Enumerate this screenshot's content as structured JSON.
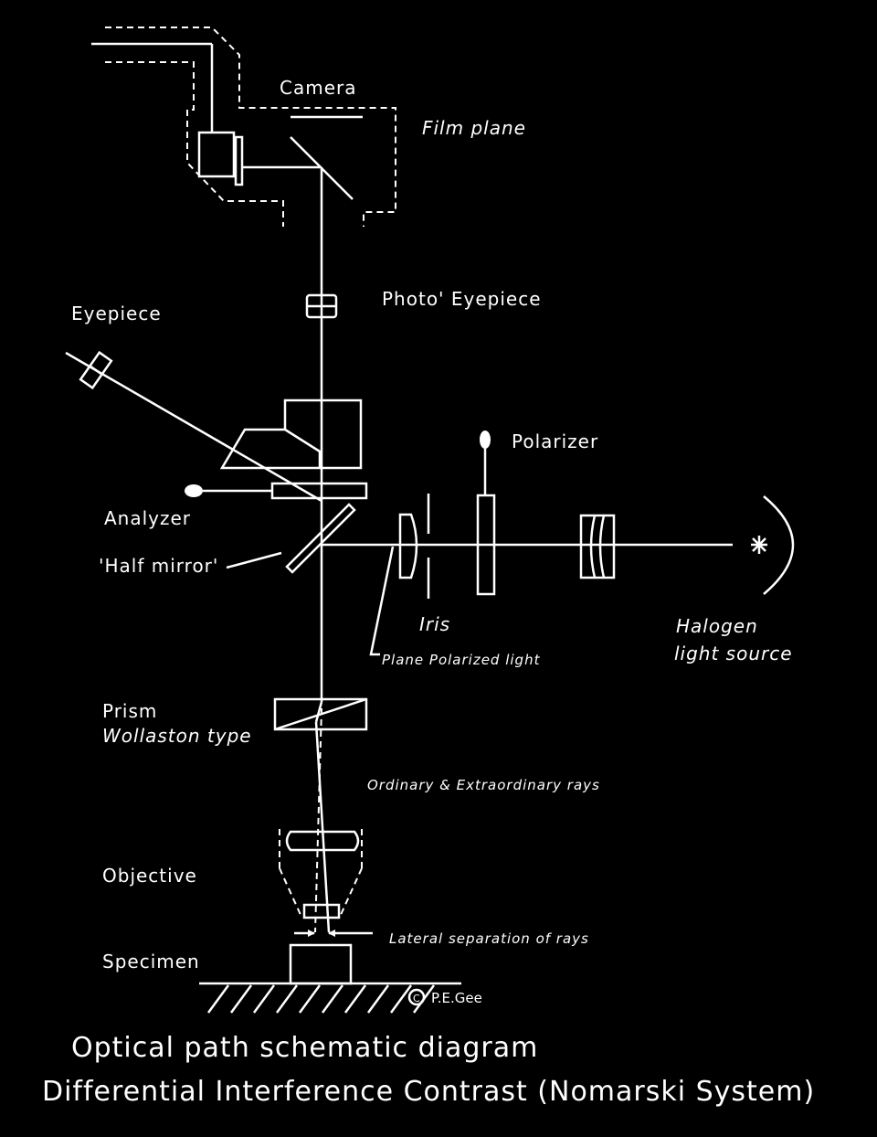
{
  "labels": {
    "camera": "Camera",
    "film_plane": "Film plane",
    "photo_eyepiece": "Photo' Eyepiece",
    "eyepiece": "Eyepiece",
    "polarizer": "Polarizer",
    "analyzer": "Analyzer",
    "half_mirror": "'Half mirror'",
    "iris": "Iris",
    "plane_polarized_light": "Plane Polarized light",
    "halogen_line1": "Halogen",
    "halogen_line2": "light source",
    "prism": "Prism",
    "wollaston": "Wollaston type",
    "rays": "Ordinary & Extraordinary rays",
    "objective": "Objective",
    "lateral": "Lateral separation of rays",
    "specimen": "Specimen",
    "copyright": "P.E.Gee",
    "copyright_symbol": "C"
  },
  "caption": {
    "line1": "Optical path schematic diagram",
    "line2": "Differential Interference Contrast (Nomarski System)"
  }
}
